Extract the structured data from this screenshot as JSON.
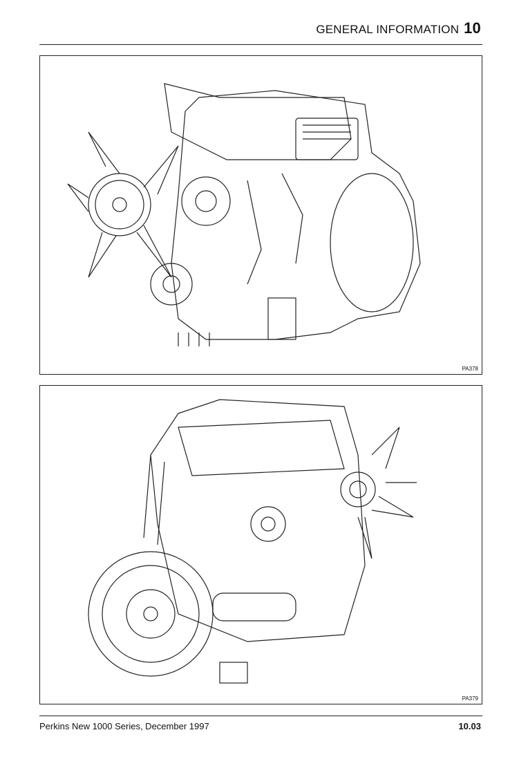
{
  "header": {
    "title": "GENERAL INFORMATION",
    "chapter": "10"
  },
  "figures": [
    {
      "code": "PA378",
      "subject": "engine-front-left-view"
    },
    {
      "code": "PA379",
      "subject": "engine-rear-right-view"
    }
  ],
  "footer": {
    "publication": "Perkins New 1000 Series, December 1997",
    "page": "10.03"
  }
}
